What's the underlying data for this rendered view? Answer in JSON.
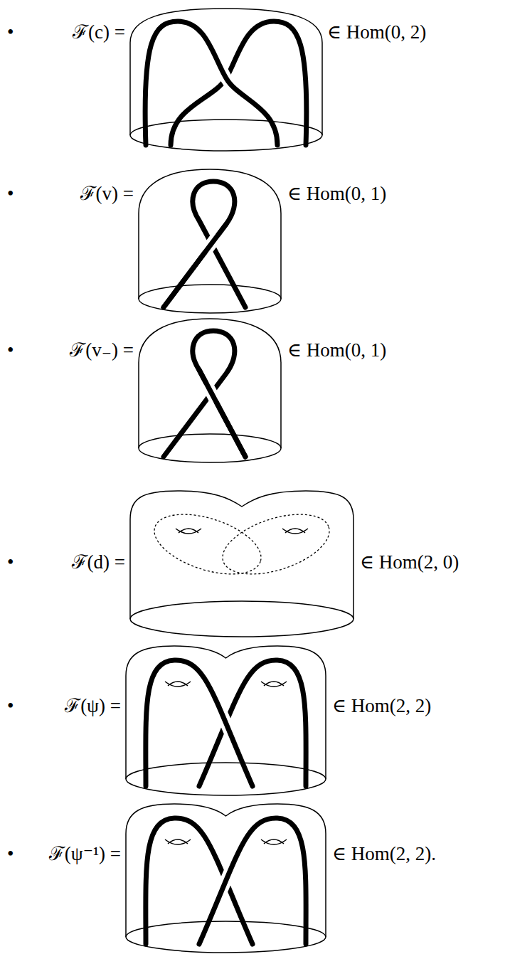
{
  "diagram": {
    "labels": [
      "•",
      "ℱ(c) =",
      "∈ Hom(0, 2)",
      "•",
      "ℱ(v) =",
      "∈ Hom(0, 1)",
      "•",
      "ℱ(v₋) =",
      "∈ Hom(0, 1)",
      "•",
      "ℱ(d) =",
      "∈ Hom(2, 0)",
      "•",
      "ℱ(ψ) =",
      "∈ Hom(2, 2)",
      "•",
      "ℱ(ψ⁻¹) =",
      "∈ Hom(2, 2)."
    ]
  }
}
